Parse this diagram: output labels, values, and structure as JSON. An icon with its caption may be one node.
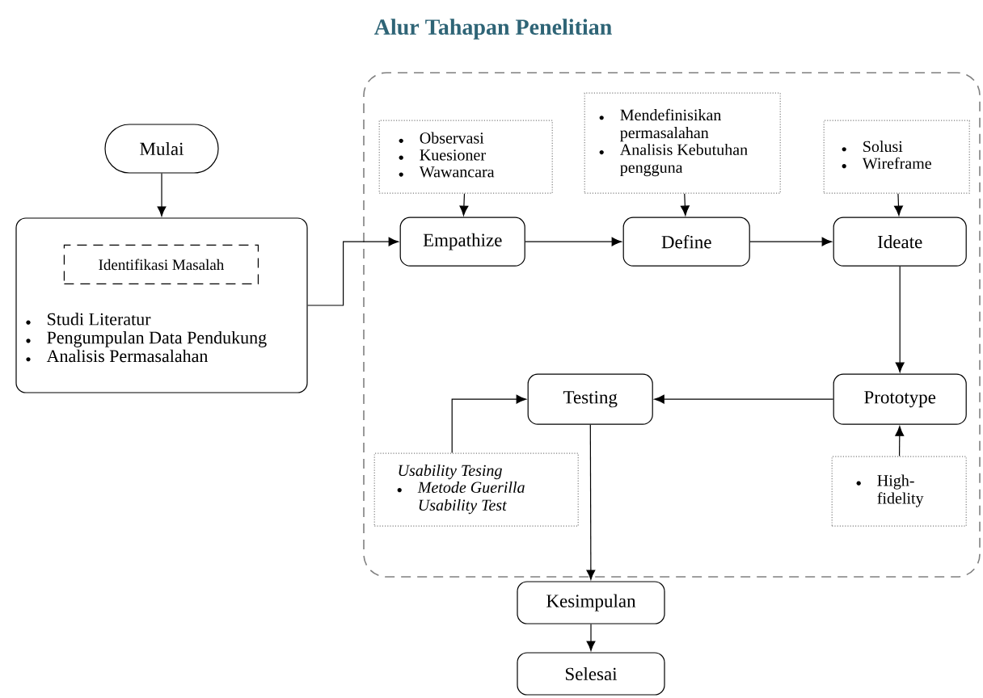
{
  "diagram": {
    "title": "Alur Tahapan Penelitian",
    "nodes": [
      {
        "text": [
          "Mulai"
        ]
      },
      {
        "text": [
          "Studi Literatur",
          "Pengumpulan Data Pendukung",
          "Analisis Permasalahan"
        ]
      },
      {
        "text": [
          "Identifikasi Masalah"
        ],
        "in": 1
      },
      {
        "text": [],
        "shape": "box"
      },
      {
        "text": [
          "Observasi",
          "Kuesioner",
          "Wawancara"
        ],
        "in": 3
      },
      {
        "text": [
          "Empathize"
        ],
        "in": 3
      },
      {
        "text": [
          "Mendefinisikan permasalahan",
          "Analisis Kebutuhan pengguna"
        ],
        "in": 3
      },
      {
        "text": [
          "Define"
        ],
        "in": 3
      },
      {
        "text": [
          "Solusi",
          "Wireframe"
        ],
        "in": 3
      },
      {
        "text": [
          "Ideate"
        ],
        "in": 3
      },
      {
        "text": [
          "Prototype"
        ],
        "in": 3
      },
      {
        "text": [
          "High-fidelity"
        ],
        "in": 3
      },
      {
        "text": [
          "Testing"
        ],
        "in": 3
      },
      {
        "text": [
          "Usability Tesing",
          "Metode Guerilla Usability Test"
        ],
        "in": 3
      },
      {
        "text": [
          "Kesimpulan"
        ]
      },
      {
        "text": [
          "Selesai"
        ]
      }
    ],
    "edges": [
      {
        "from": 0,
        "to": 1,
        "arrow": "to"
      },
      {
        "from": 1,
        "to": 5,
        "arrow": "to"
      },
      {
        "from": 4,
        "to": 5,
        "arrow": "to"
      },
      {
        "from": 5,
        "to": 7,
        "arrow": "to"
      },
      {
        "from": 6,
        "to": 7,
        "arrow": "to"
      },
      {
        "from": 7,
        "to": 9,
        "arrow": "to"
      },
      {
        "from": 8,
        "to": 9,
        "arrow": "to"
      },
      {
        "from": 9,
        "to": 10,
        "arrow": "to"
      },
      {
        "from": 10,
        "to": 12,
        "arrow": "to"
      },
      {
        "from": 11,
        "to": 10,
        "arrow": "to"
      },
      {
        "from": 13,
        "to": 12,
        "arrow": "to"
      },
      {
        "from": 12,
        "to": 14,
        "arrow": "to"
      },
      {
        "from": 14,
        "to": 15,
        "arrow": "to"
      }
    ]
  }
}
